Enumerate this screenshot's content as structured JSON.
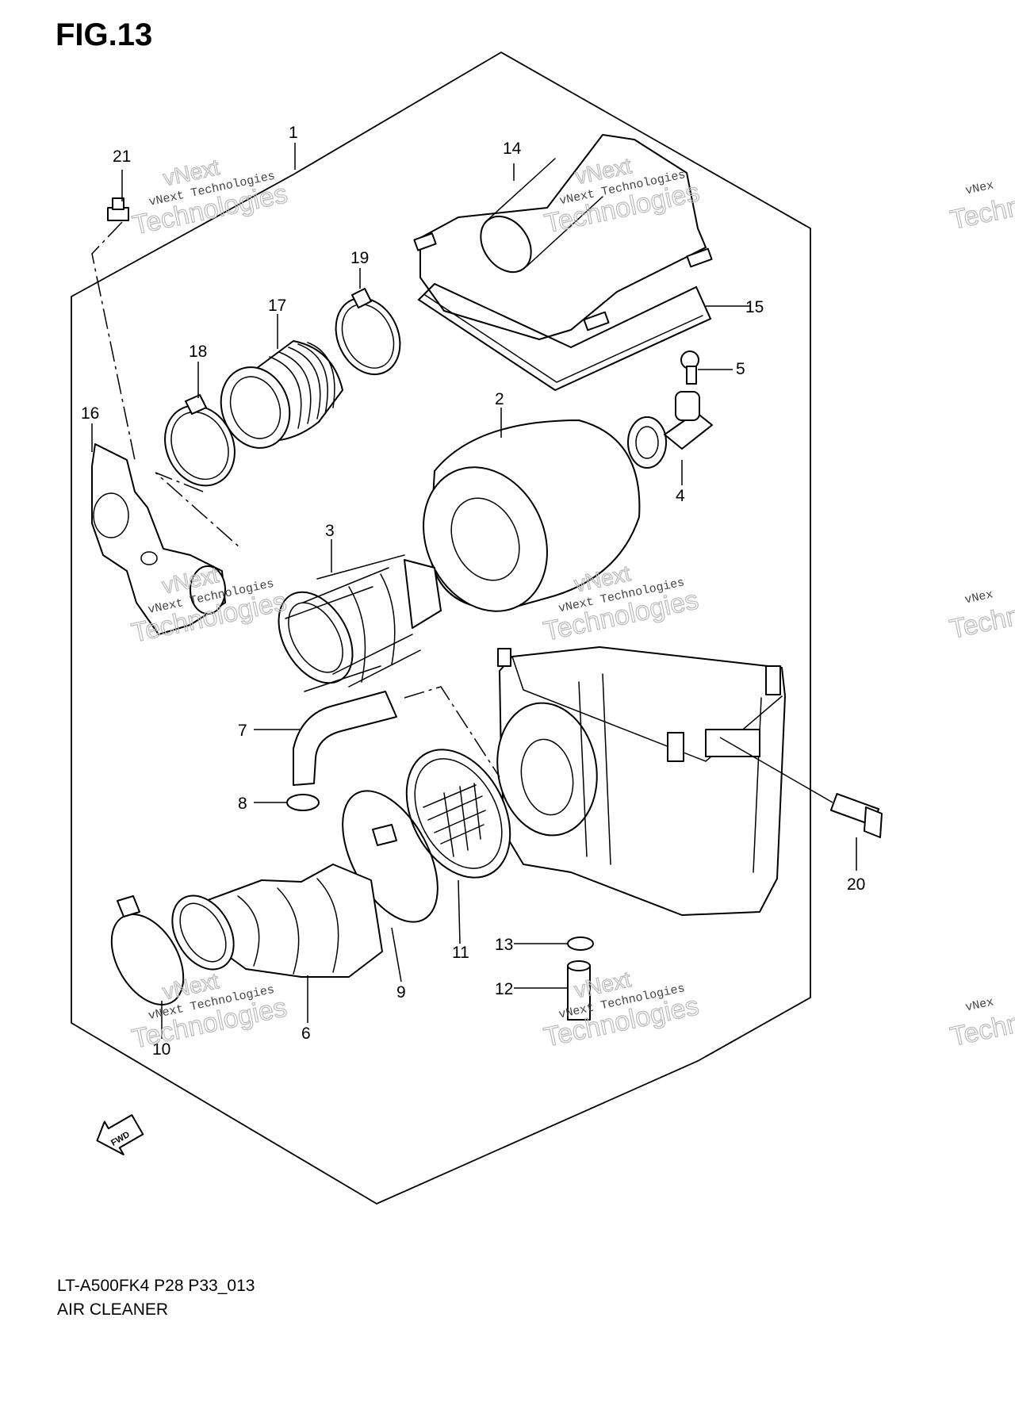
{
  "figure": {
    "title": "FIG.13"
  },
  "callouts": [
    "1",
    "2",
    "3",
    "4",
    "5",
    "6",
    "7",
    "8",
    "9",
    "10",
    "11",
    "12",
    "13",
    "14",
    "15",
    "16",
    "17",
    "18",
    "19",
    "20",
    "21"
  ],
  "watermark": {
    "small": "vNext Technologies",
    "big": "Technologies",
    "top": "vNext",
    "edge_small": "vNex",
    "edge_big": "Techn"
  },
  "fwd_label": "FWD",
  "footer": {
    "code": "LT-A500FK4 P28 P33_013",
    "name": "AIR CLEANER"
  }
}
